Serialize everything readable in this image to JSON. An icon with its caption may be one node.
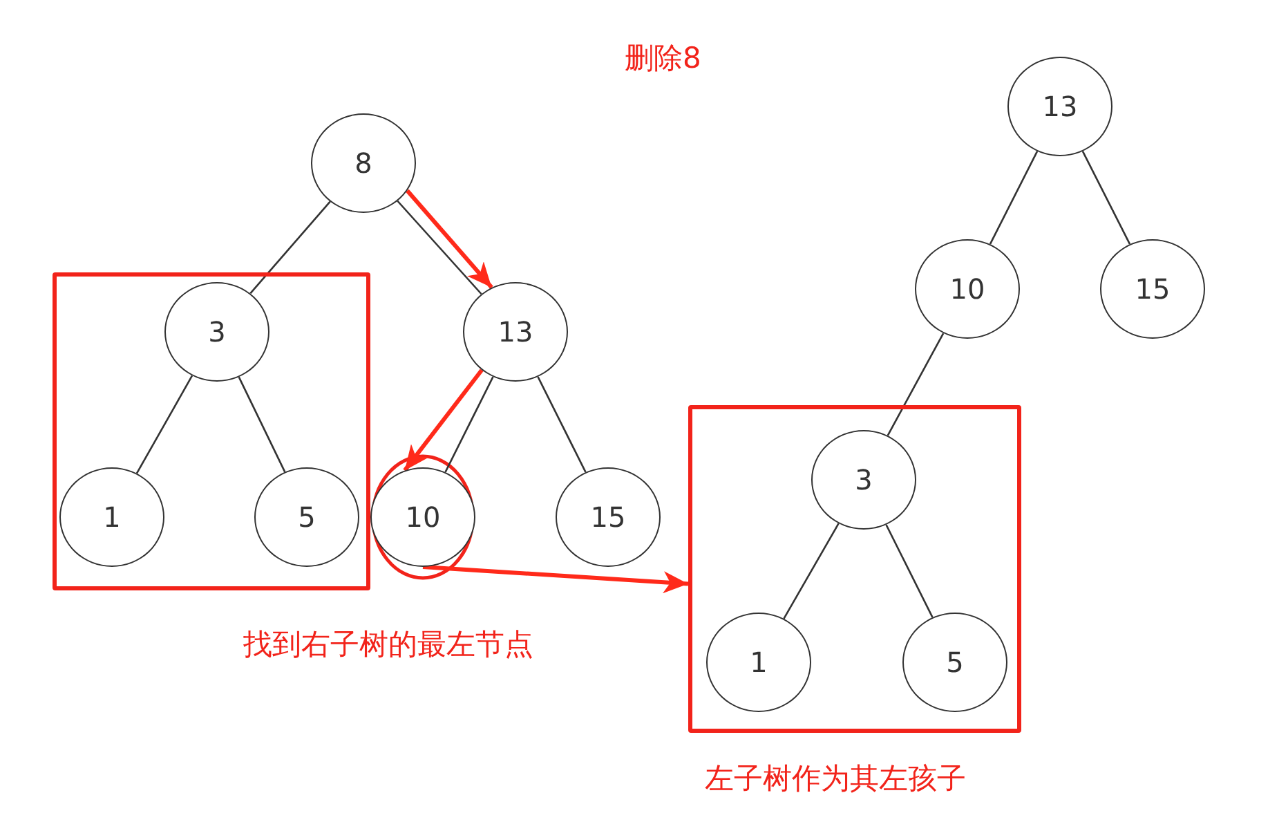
{
  "diagram": {
    "title": "删除8",
    "nodes": [
      {
        "text": [
          "8"
        ]
      },
      {
        "text": [],
        "shape": "box"
      },
      {
        "text": [
          "3"
        ],
        "in": 1
      },
      {
        "text": [
          "1"
        ],
        "in": 1
      },
      {
        "text": [
          "5"
        ],
        "in": 1
      },
      {
        "text": [
          "13"
        ]
      },
      {
        "text": [
          "10"
        ]
      },
      {
        "text": [
          "15"
        ]
      },
      {
        "text": [
          "13"
        ]
      },
      {
        "text": [
          "10"
        ]
      },
      {
        "text": [
          "15"
        ]
      },
      {
        "text": [],
        "shape": "box"
      },
      {
        "text": [
          "3"
        ],
        "in": 11
      },
      {
        "text": [
          "1"
        ],
        "in": 11
      },
      {
        "text": [
          "5"
        ],
        "in": 11
      }
    ],
    "edges": [
      {
        "from": 0,
        "to": 2,
        "arrow": "none"
      },
      {
        "from": 0,
        "to": 5,
        "arrow": "none"
      },
      {
        "from": 2,
        "to": 3,
        "arrow": "none"
      },
      {
        "from": 2,
        "to": 4,
        "arrow": "none"
      },
      {
        "from": 5,
        "to": 6,
        "arrow": "none"
      },
      {
        "from": 5,
        "to": 7,
        "arrow": "none"
      },
      {
        "from": 8,
        "to": 9,
        "arrow": "none"
      },
      {
        "from": 8,
        "to": 10,
        "arrow": "none"
      },
      {
        "from": 9,
        "to": 12,
        "arrow": "none"
      },
      {
        "from": 12,
        "to": 13,
        "arrow": "none"
      },
      {
        "from": 12,
        "to": 14,
        "arrow": "none"
      },
      {
        "from": 0,
        "to": 5,
        "arrow": "to",
        "style": "thick",
        "color": "#ff2a1a"
      },
      {
        "from": 5,
        "to": 6,
        "arrow": "to",
        "style": "thick",
        "color": "#ff2a1a"
      },
      {
        "from": 6,
        "to": 11,
        "arrow": "to",
        "style": "thick",
        "color": "#ff2a1a"
      }
    ],
    "labels": [
      "找到右子树的最左节点",
      "左子树作为其左孩子"
    ]
  }
}
